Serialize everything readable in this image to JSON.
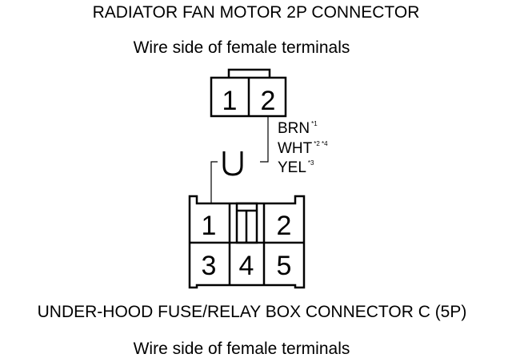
{
  "top_connector": {
    "title": "RADIATOR FAN MOTOR 2P CONNECTOR",
    "subtitle": "Wire side of female terminals",
    "pins": [
      "1",
      "2"
    ]
  },
  "wires": [
    {
      "color": "BRN",
      "note": "*1"
    },
    {
      "color": "WHT",
      "note": "*2 *4"
    },
    {
      "color": "YEL",
      "note": "*3"
    }
  ],
  "bottom_connector": {
    "title": "UNDER-HOOD FUSE/RELAY BOX CONNECTOR C (5P)",
    "subtitle": "Wire side of female terminals",
    "pins": [
      "1",
      "2",
      "3",
      "4",
      "5"
    ]
  }
}
